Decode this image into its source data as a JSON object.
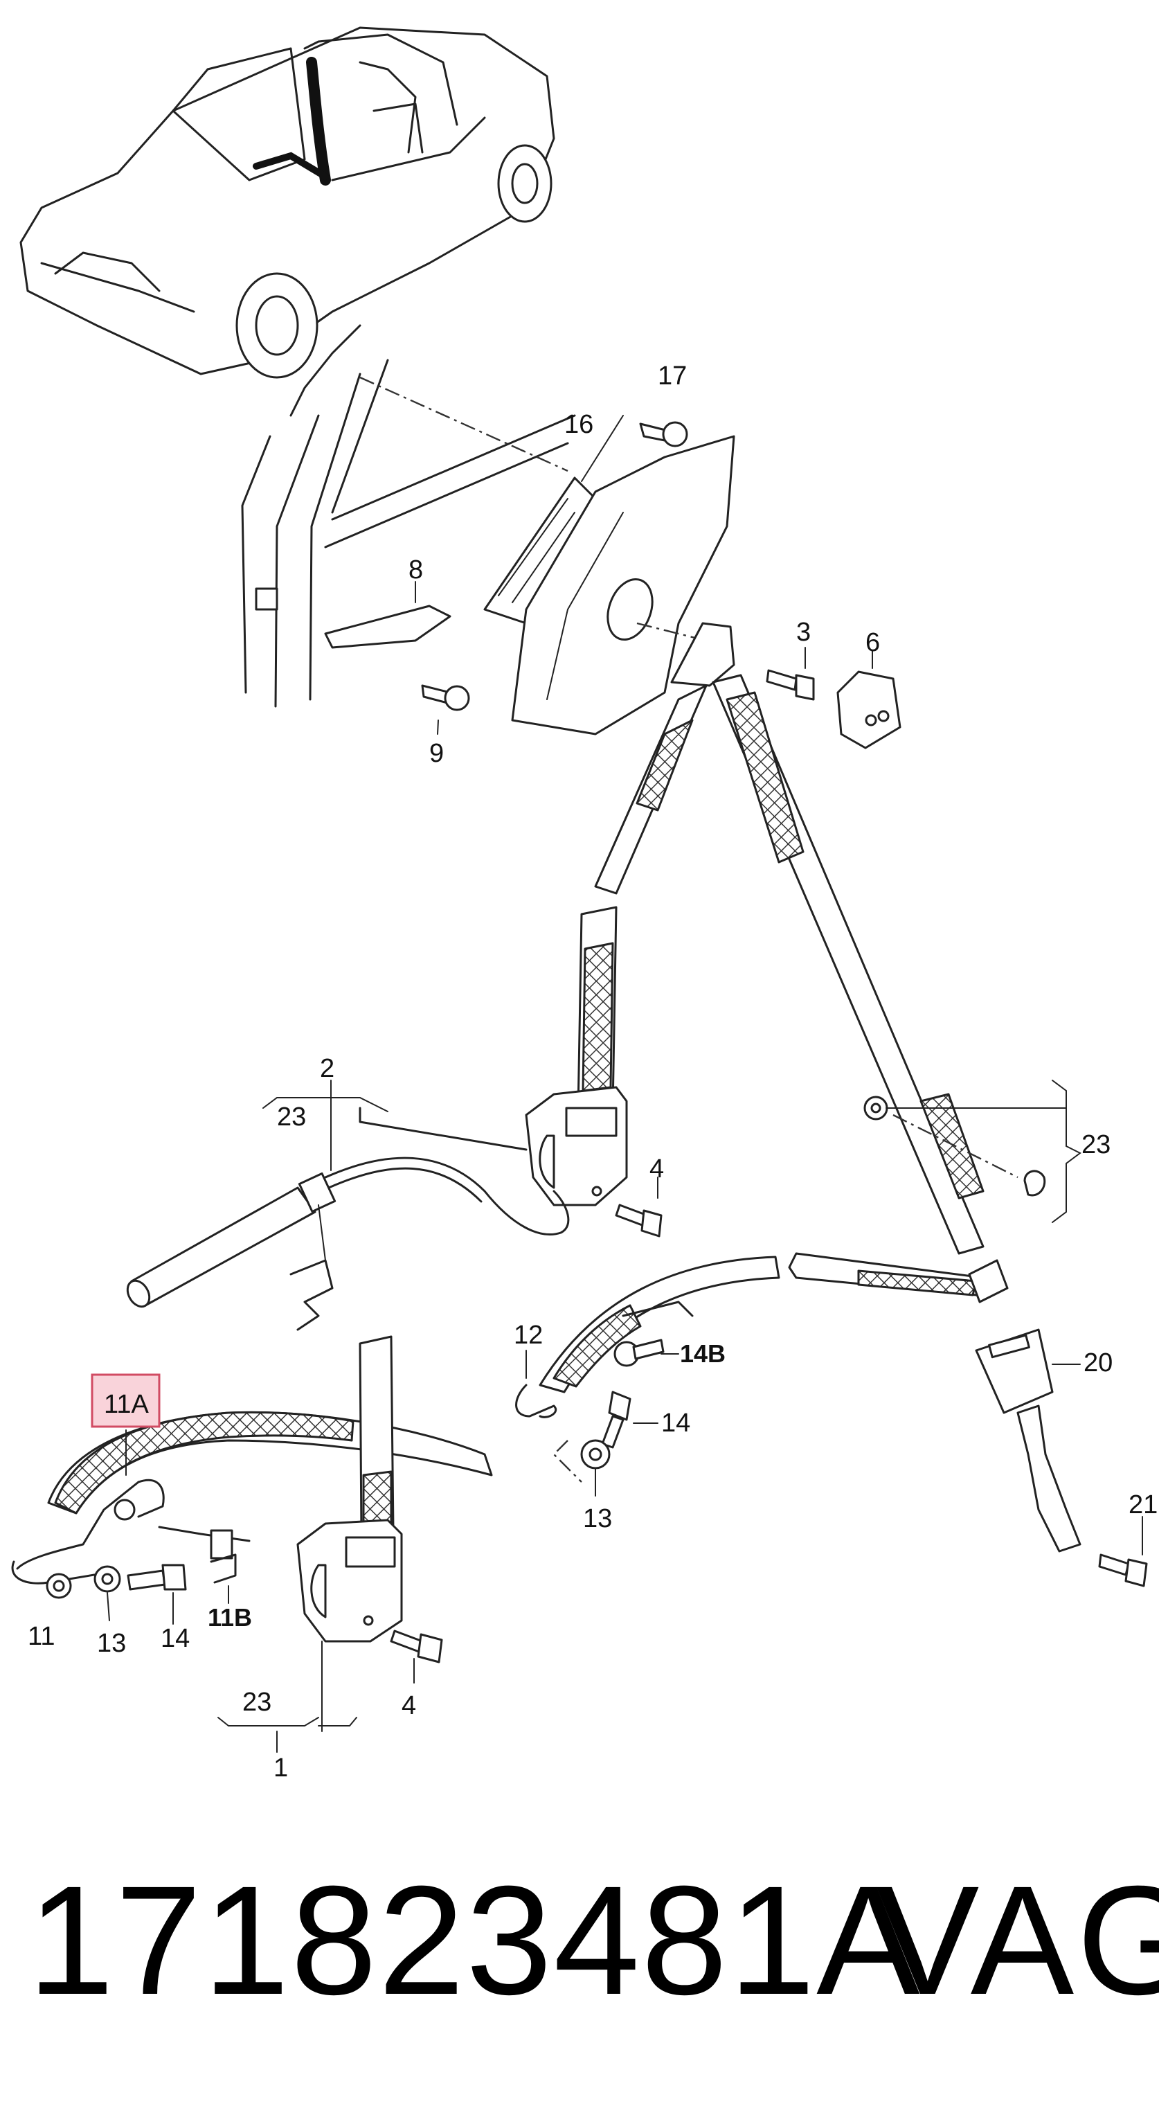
{
  "callouts": {
    "c17": "17",
    "c16": "16",
    "c8": "8",
    "c9": "9",
    "c3": "3",
    "c6": "6",
    "c2": "2",
    "c23_top": "23",
    "c4_mid": "4",
    "c23_right": "23",
    "c12": "12",
    "c14b": "14B",
    "c14_mid": "14",
    "c13_mid": "13",
    "c20": "20",
    "c21": "21",
    "c11a": "11A",
    "c11": "11",
    "c13_left": "13",
    "c14_left": "14",
    "c11b": "11B",
    "c4_bottom": "4",
    "c23_bottom": "23",
    "c1": "1"
  },
  "highlight": {
    "label": "11A",
    "color": "#f9d3da",
    "border": "#d14b63"
  },
  "footer": {
    "part_number": "171823481A",
    "brand": "VAG"
  }
}
